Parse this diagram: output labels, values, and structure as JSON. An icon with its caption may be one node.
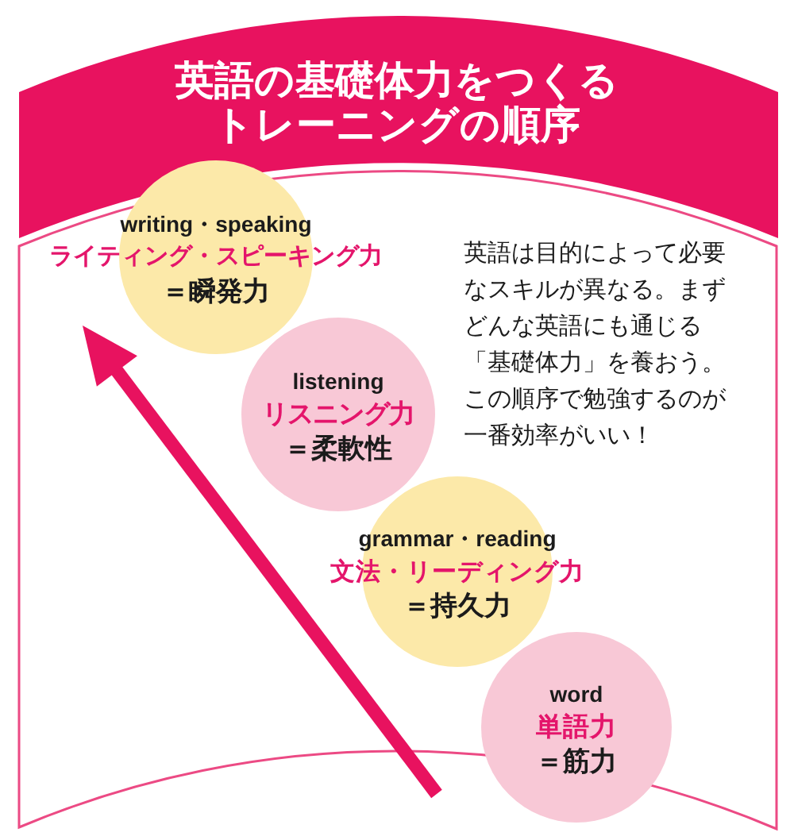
{
  "diagram": {
    "title": "英語の基礎体力をつくるトレーニングの順序",
    "nodes": [
      {
        "text": [
          "writing・speaking",
          "ライティング・スピーキング力",
          "＝瞬発力"
        ]
      },
      {
        "text": [
          "listening",
          "リスニング力",
          "＝柔軟性"
        ]
      },
      {
        "text": [
          "grammar・reading",
          "文法・リーディング力",
          "＝持久力"
        ]
      },
      {
        "text": [
          "word",
          "単語力",
          "＝筋力"
        ]
      }
    ],
    "labels": [
      "英語は目的によって必要なスキルが異なる。まずどんな英語にも通じる「基礎体力」を養おう。この順序で勉強するのが一番効率がいい！"
    ]
  }
}
